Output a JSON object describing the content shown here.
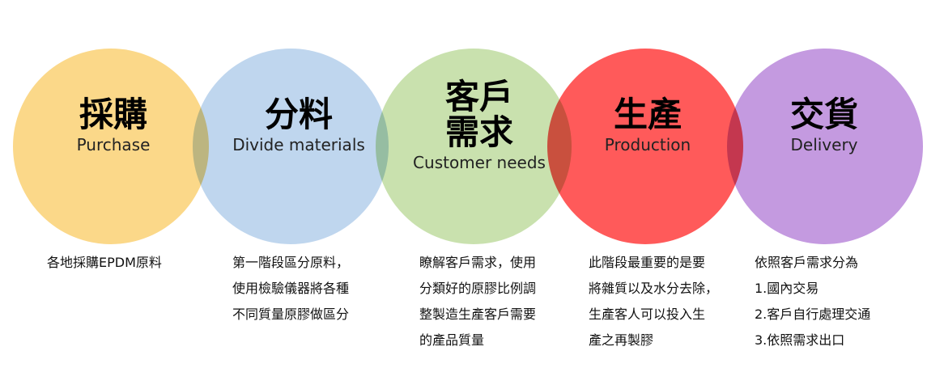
{
  "colors": {
    "purchase": "#FBD889",
    "divide": "#BFD6EE",
    "customer": "#C9E1AE",
    "production": "#FF5A5A",
    "delivery": "#C49AE0"
  },
  "stages": [
    {
      "title_zh": "採購",
      "title_en": "Purchase",
      "desc": [
        "各地採購EPDM原料"
      ]
    },
    {
      "title_zh": "分料",
      "title_en": "Divide materials",
      "desc": [
        "第一階段區分原料，",
        "使用檢驗儀器將各種",
        "不同質量原膠做區分"
      ]
    },
    {
      "title_zh_line1": "客戶",
      "title_zh_line2": "需求",
      "title_en": "Customer needs",
      "desc": [
        "瞭解客戶需求，使用",
        "分類好的原膠比例調",
        "整製造生產客戶需要",
        "的產品質量"
      ]
    },
    {
      "title_zh": "生產",
      "title_en": "Production",
      "desc": [
        "此階段最重要的是要",
        "將雜質以及水分去除，",
        "生產客人可以投入生",
        "產之再製膠"
      ]
    },
    {
      "title_zh": "交貨",
      "title_en": "Delivery",
      "desc": [
        "依照客戶需求分為",
        "1.國內交易",
        "2.客戶自行處理交通",
        "3.依照需求出口"
      ]
    }
  ]
}
